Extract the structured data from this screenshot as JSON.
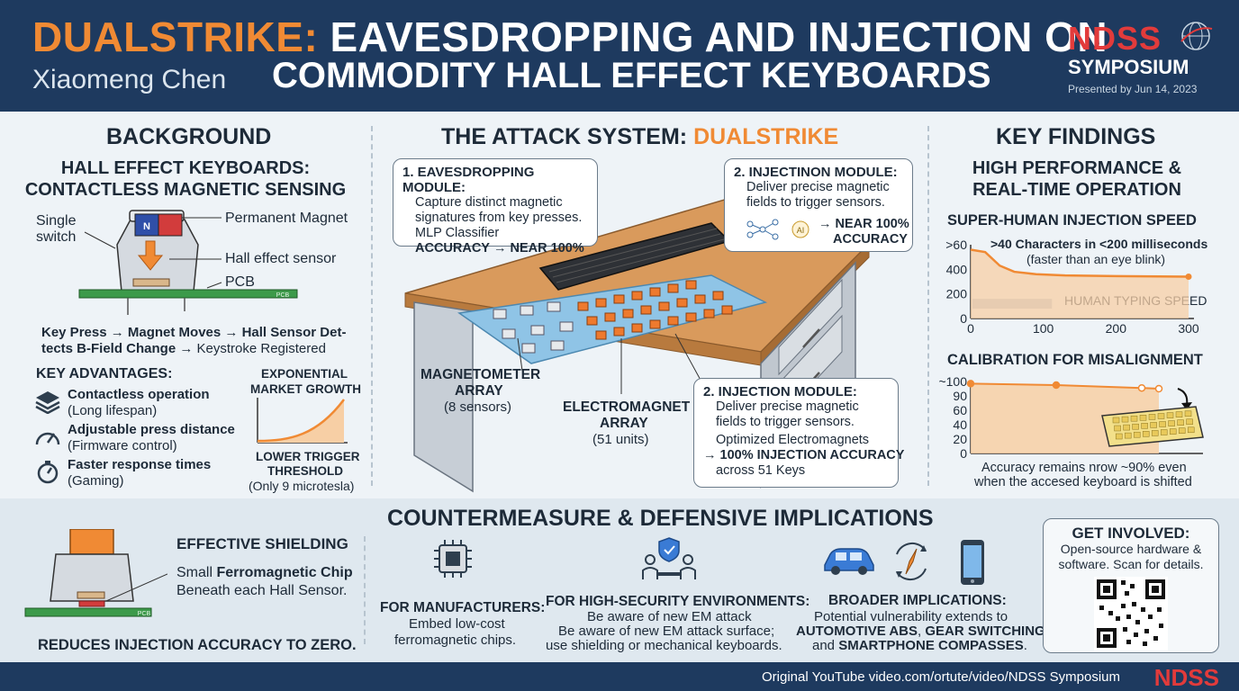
{
  "header": {
    "title_accent": "DUALSTRIKE:",
    "title_line1_rest": "EAVESDROPPING AND INJECTION ON",
    "title_line2": "COMMODITY HALL EFFECT KEYBOARDS",
    "author": "Xiaomeng Chen",
    "logo_ndss": "NDSS",
    "logo_symposium": "SYMPOSIUM",
    "presented": "Presented by Jun 14, 2023"
  },
  "background": {
    "heading": "BACKGROUND",
    "subheading_1": "HALL EFFECT KEYBOARDS:",
    "subheading_2": "CONTACTLESS MAGNETIC SENSING",
    "label_single": "Single",
    "label_switch": "switch",
    "label_magnet": "Permanent Magnet",
    "label_hall": "Hall effect sensor",
    "label_pcb": "PCB",
    "magnet_n": "N",
    "pcb_tag": "PCB",
    "flow_line1": "Key Press → Magnet Moves → Hall Sensor Det-",
    "flow_line2_bold": "tects B-Field Change",
    "flow_line2_rest": " → Keystroke Registered",
    "advantages_title": "KEY ADVANTAGES:",
    "advantages": [
      {
        "title": "Contactless operation",
        "detail": "(Long lifespan)",
        "icon": "layers-icon"
      },
      {
        "title": "Adjustable press distance",
        "detail": "(Firmware control)",
        "icon": "gauge-icon"
      },
      {
        "title": "Faster response times",
        "detail": "(Gaming)",
        "icon": "stopwatch-icon"
      }
    ],
    "growth_1": "EXPONENTIAL",
    "growth_2": "MARKET GROWTH",
    "trigger_1": "LOWER TRIGGER",
    "trigger_2": "THRESHOLD",
    "trigger_3": "(Only 9 microtesla)"
  },
  "attack": {
    "heading_prefix": "THE ATTACK SYSTEM: ",
    "heading_accent": "DUALSTRIKE",
    "eaves_title": "1. EAVESDROPPING MODULE:",
    "eaves_line1": "Capture distinct magnetic",
    "eaves_line2": "signatures from key presses.",
    "eaves_line3": "MLP Classifier",
    "eaves_line4a": "ACCURACY",
    "eaves_line4b": "→ NEAR 100%",
    "inj_top_title": "2. INJECTINON MODULE:",
    "inj_top_line1": "Deliver precise magnetic",
    "inj_top_line2": "fields to trigger sensors.",
    "inj_top_acc1": "→ NEAR 100%",
    "inj_top_acc2": "ACCURACY",
    "ai_tag": "AI",
    "mag_label1": "MAGNETOMETER",
    "mag_label2": "ARRAY",
    "mag_label3": "(8 sensors)",
    "em_label1": "ELECTROMAGNET",
    "em_label2": "ARRAY",
    "em_label3": "(51 units)",
    "inj_title": "2. INJECTION MODULE:",
    "inj_line1": "Deliver precise magnetic",
    "inj_line2": "fields to trigger sensors.",
    "inj_line3": "Optimized Electromagnets",
    "inj_line4": "→ 100% INJECTION ACCURACY",
    "inj_line5": "across 51 Keys"
  },
  "findings": {
    "heading": "KEY FINDINGS",
    "sub1": "HIGH PERFORMANCE &",
    "sub2": "REAL-TIME OPERATION",
    "speed_title": "SUPER-HUMAN INJECTION SPEED",
    "calib_title": "CALIBRATION FOR MISALIGNMENT",
    "calib_note1": "Accuracy remains nrow ~90% even",
    "calib_note2": "when the accesed keyboard is shifted"
  },
  "chart_data": [
    {
      "type": "area",
      "title": "SUPER-HUMAN INJECTION SPEED",
      "annotation_1": ">40 Characters in <200 milliseconds",
      "annotation_2": "(faster than an eye blink)",
      "band_label": "HUMAN TYPING SPEED",
      "x_ticks": [
        "0",
        "100",
        "200",
        "300"
      ],
      "y_ticks": [
        "0",
        "200",
        "400",
        ">60"
      ],
      "xlim": [
        0,
        300
      ],
      "ylim": [
        0,
        600
      ],
      "x": [
        0,
        20,
        40,
        60,
        90,
        130,
        200,
        300
      ],
      "y": [
        560,
        540,
        430,
        380,
        360,
        350,
        345,
        340
      ],
      "human_band": [
        80,
        160
      ]
    },
    {
      "type": "line",
      "title": "CALIBRATION FOR MISALIGNMENT",
      "y_ticks": [
        "0",
        "20",
        "40",
        "60",
        "90",
        "~100"
      ],
      "ylim": [
        0,
        100
      ],
      "x": [
        0,
        1,
        2,
        2.2
      ],
      "y": [
        97,
        95,
        91,
        90
      ]
    }
  ],
  "counter": {
    "heading": "COUNTERMEASURE & DEFENSIVE IMPLICATIONS",
    "shield_title": "EFFECTIVE SHIELDING",
    "shield_line1_a": "Small ",
    "shield_line1_b": "Ferromagnetic Chip",
    "shield_line2": "Beneath each Hall Sensor.",
    "shield_result": "REDUCES INJECTION ACCURACY TO ZERO.",
    "pcb_tag": "PCB",
    "manu_title": "FOR MANUFACTURERS:",
    "manu_line1": "Embed low-cost",
    "manu_line2": "ferromagnetic chips.",
    "hs_title": "FOR HIGH-SECURITY ENVIRONMENTS:",
    "hs_line1": "Be aware of new EM attack",
    "hs_line2": "Be aware of new EM attack surface;",
    "hs_line3": "use shielding or mechanical keyboards.",
    "broad_title": "BROADER IMPLICATIONS:",
    "broad_line1": "Potential vulnerability extends to",
    "broad_line2_a": "AUTOMOTIVE ABS",
    "broad_line2_b": ", ",
    "broad_line2_c": "GEAR SWITCHING",
    "broad_line2_d": ",",
    "broad_line3_a": "and ",
    "broad_line3_b": "SMARTPHONE COMPASSES",
    "broad_line3_c": "."
  },
  "involved": {
    "title": "GET INVOLVED:",
    "line1": "Open-source hardware &",
    "line2": "software. Scan for details."
  },
  "footer": {
    "source": "Original YouTube video.com/ortute/video/NDSS Symposium",
    "logo": "NDSS"
  },
  "colors": {
    "navy": "#1e3a5f",
    "orange": "#f08a34",
    "red": "#e23b3b",
    "pcb_green": "#3c9a4a"
  }
}
